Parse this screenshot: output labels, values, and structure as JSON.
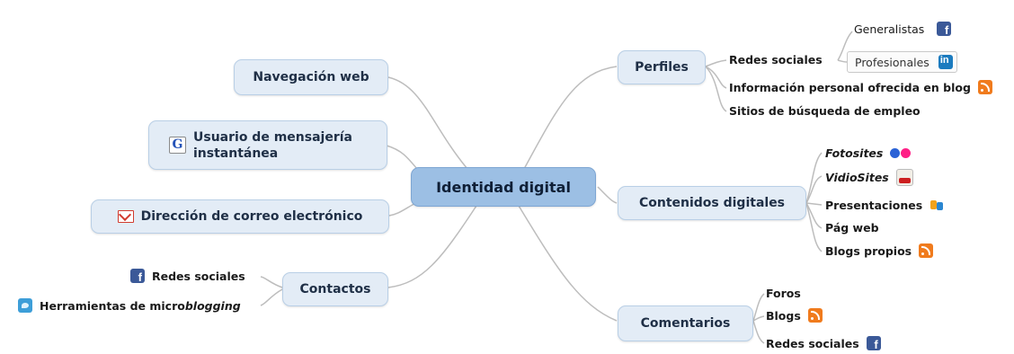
{
  "central": "Identidad digital",
  "left_branches": {
    "navegacion": "Navegación web",
    "mensajeria": "Usuario de mensajería instantánea",
    "correo": "Dirección de correo electrónico",
    "contactos": {
      "label": "Contactos",
      "items": [
        {
          "label": "Redes sociales",
          "icon": "facebook-icon"
        },
        {
          "label": "Herramientas de micro",
          "italic_suffix": "blogging",
          "icon": "twitter-icon"
        }
      ]
    }
  },
  "right_branches": {
    "perfiles": {
      "label": "Perfiles",
      "redes_sociales": "Redes sociales",
      "generalistas": "Generalistas",
      "profesionales": "Profesionales",
      "info_personal": "Información personal ofrecida en blog",
      "sitios_empleo": "Sitios de búsqueda de empleo"
    },
    "contenidos": {
      "label": "Contenidos digitales",
      "fotosites": "Fotosites",
      "vidiosites": "VidioSites",
      "presentaciones": "Presentaciones",
      "pag_web": "Pág web",
      "blogs_propios": "Blogs propios"
    },
    "comentarios": {
      "label": "Comentarios",
      "foros": "Foros",
      "blogs": "Blogs",
      "redes_sociales": "Redes sociales"
    }
  },
  "colors": {
    "node_fill": "#e3ecf6",
    "central_fill": "#9cbfe4",
    "link": "#b8b8b8"
  }
}
